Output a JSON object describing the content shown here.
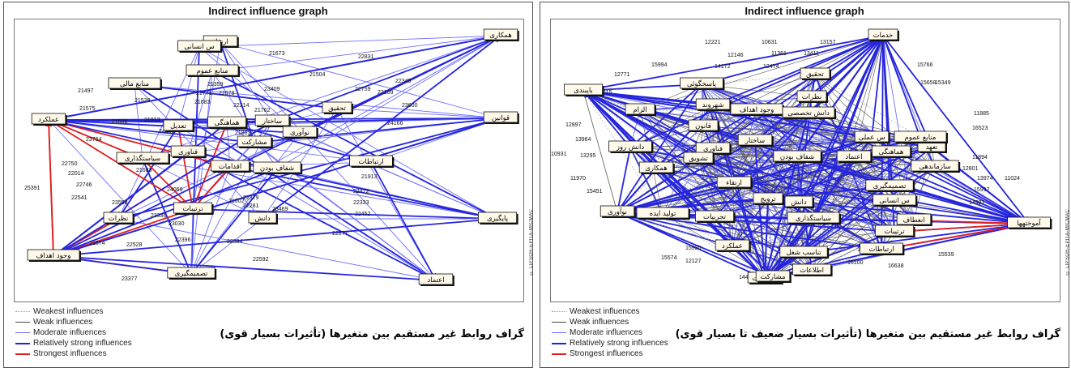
{
  "panels": [
    {
      "title": "Indirect influence graph",
      "caption": "گراف روابط غیر مستقیم بین متغیرها (تأثیرات بسیار قوی)",
      "copyright": "© LIPSOR-EPITA-MICMAC",
      "nodes": [
        {
          "id": "همکاری",
          "label": "همکاری"
        },
        {
          "id": "قوانین",
          "label": "قوانین"
        },
        {
          "id": "پایگیری",
          "label": "پایگیری"
        },
        {
          "id": "اعتماد",
          "label": "اعتماد"
        },
        {
          "id": "تصمیمگیری",
          "label": "تصمیمگیری"
        },
        {
          "id": "وجود اهداف",
          "label": "وجود اهداف"
        },
        {
          "id": "عملکرد",
          "label": "عملکرد"
        },
        {
          "id": "ارتقاء",
          "label": "ارتقاء"
        },
        {
          "id": "س انسانی",
          "label": "س انسانی"
        },
        {
          "id": "منابع مالی",
          "label": "منابع مالی"
        },
        {
          "id": "منابع عموم",
          "label": "منابع عموم"
        },
        {
          "id": "هماهنگی",
          "label": "هماهنگی"
        },
        {
          "id": "ساختار",
          "label": "ساختار"
        },
        {
          "id": "تعدیل",
          "label": "تعدیل"
        },
        {
          "id": "سیاستگذاری",
          "label": "سیاستگذاری"
        },
        {
          "id": "فناوری",
          "label": "فناوری"
        },
        {
          "id": "اقدامات",
          "label": "اقدامات"
        },
        {
          "id": "مشارکت",
          "label": "مشارکت"
        },
        {
          "id": "نوآوری",
          "label": "نوآوری"
        },
        {
          "id": "تحقیق",
          "label": "تحقیق"
        },
        {
          "id": "شفاف بودن",
          "label": "شفاف بودن"
        },
        {
          "id": "ارتباطات",
          "label": "ارتباطات"
        },
        {
          "id": "ترتیبات",
          "label": "ترتیبات"
        },
        {
          "id": "نظرات",
          "label": "نظرات"
        },
        {
          "id": "دانش",
          "label": "دانش"
        }
      ],
      "edge_labels": [
        "21497",
        "21575",
        "21673",
        "22831",
        "21504",
        "23409",
        "22759",
        "22109",
        "22349",
        "23600",
        "24166",
        "21359",
        "22078",
        "21771",
        "21683",
        "21762",
        "23764",
        "22750",
        "22014",
        "25391",
        "22541",
        "22746",
        "22472",
        "22333",
        "22452",
        "23469",
        "22877",
        "22592",
        "22534",
        "22396",
        "22528",
        "21874",
        "23377",
        "21863",
        "21913",
        "23030",
        "23336",
        "23558",
        "21602",
        "22379",
        "22281",
        "24066",
        "21683",
        "24363",
        "21913",
        "21568",
        "21539",
        "22214"
      ],
      "legend": [
        {
          "label": "Weakest influences",
          "color": "#9a9a9a",
          "style": "dotted",
          "width": 1
        },
        {
          "label": "Weak influences",
          "color": "#444444",
          "style": "solid",
          "width": 1
        },
        {
          "label": "Moderate influences",
          "color": "#6a6aff",
          "style": "solid",
          "width": 1
        },
        {
          "label": "Relatively strong influences",
          "color": "#2222dd",
          "style": "solid",
          "width": 2
        },
        {
          "label": "Strongest influences",
          "color": "#e02020",
          "style": "solid",
          "width": 2
        }
      ]
    },
    {
      "title": "Indirect influence graph",
      "caption": "گراف روابط  غیر مستقیم بین متغیرها (تأثیرات بسیار ضعیف تا بسیار قوی)",
      "copyright": "© LIPSOR-EPITA-MICMAC",
      "nodes": [
        {
          "id": "خدمات",
          "label": "خدمات"
        },
        {
          "id": "بایبندی",
          "label": "بایبندی"
        },
        {
          "id": "پاسخگوئی",
          "label": "پاسخگوئی"
        },
        {
          "id": "نوآوری",
          "label": "نوآوری"
        },
        {
          "id": "مشارکت",
          "label": "مشارکت"
        },
        {
          "id": "آموختهها",
          "label": "آموختهها"
        },
        {
          "id": "تعهد",
          "label": "تعهد"
        },
        {
          "id": "سازماندهی",
          "label": "سازماندهی"
        },
        {
          "id": "منابع عموم",
          "label": "منابع عموم"
        },
        {
          "id": "هماهنگی",
          "label": "هماهنگی"
        },
        {
          "id": "تصمیمگیری",
          "label": "تصمیمگیری"
        },
        {
          "id": "س انسانی",
          "label": "س انسانی"
        },
        {
          "id": "ارتباطات",
          "label": "ارتباطات"
        },
        {
          "id": "انعطاف",
          "label": "انعطاف"
        },
        {
          "id": "ترتیبات",
          "label": "ترتیبات"
        },
        {
          "id": "تحقیق",
          "label": "تحقیق"
        },
        {
          "id": "مشارکت",
          "label": "مشارکت"
        },
        {
          "id": "قانون",
          "label": "قانون"
        },
        {
          "id": "شهروند",
          "label": "شهروند"
        },
        {
          "id": "وجود اهداف",
          "label": "وجود اهداف"
        },
        {
          "id": "دانش تخصصی",
          "label": "دانش تخصصی"
        },
        {
          "id": "نظرات",
          "label": "نظرات"
        },
        {
          "id": "س عملی",
          "label": "س عملی"
        },
        {
          "id": "اعتماد",
          "label": "اعتماد"
        },
        {
          "id": "شفاف بودن",
          "label": "شفاف بودن"
        },
        {
          "id": "فناوری",
          "label": "فناوری"
        },
        {
          "id": "ساختار",
          "label": "ساختار"
        },
        {
          "id": "الزام",
          "label": "الزام"
        },
        {
          "id": "دانش روز",
          "label": "دانش روز"
        },
        {
          "id": "تشویق",
          "label": "تشویق"
        },
        {
          "id": "همکاری",
          "label": "همکاری"
        },
        {
          "id": "ارتقاء",
          "label": "ارتقاء"
        },
        {
          "id": "ترویج",
          "label": "ترویج"
        },
        {
          "id": "دانش",
          "label": "دانش"
        },
        {
          "id": "سیاستگذاری",
          "label": "سیاستگذاری"
        },
        {
          "id": "تولید ایده",
          "label": "تولید ایده"
        },
        {
          "id": "تجربیات",
          "label": "تجربیات"
        },
        {
          "id": "عملکرد",
          "label": "عملکرد"
        },
        {
          "id": "تناسب شغل",
          "label": "تناسب شغل"
        },
        {
          "id": "اطلاعات",
          "label": "اطلاعات"
        }
      ],
      "edge_labels": [
        "12221",
        "10631",
        "13157",
        "12146",
        "11361",
        "13411",
        "15994",
        "14172",
        "12474",
        "12771",
        "15766",
        "13215",
        "15658",
        "15349",
        "12897",
        "11885",
        "16523",
        "13964",
        "13295",
        "11894",
        "12801",
        "10931",
        "13974",
        "11024",
        "11970",
        "15997",
        "14981",
        "15451",
        "16556",
        "15539",
        "16638",
        "15574",
        "12127",
        "16100",
        "14439",
        "15930"
      ],
      "legend": [
        {
          "label": "Weakest influences",
          "color": "#9a9a9a",
          "style": "dotted",
          "width": 1
        },
        {
          "label": "Weak influences",
          "color": "#444444",
          "style": "solid",
          "width": 1
        },
        {
          "label": "Moderate influences",
          "color": "#6a6aff",
          "style": "solid",
          "width": 1
        },
        {
          "label": "Relatively strong influences",
          "color": "#2222dd",
          "style": "solid",
          "width": 2
        },
        {
          "label": "Strongest influences",
          "color": "#e02020",
          "style": "solid",
          "width": 2
        }
      ]
    }
  ]
}
